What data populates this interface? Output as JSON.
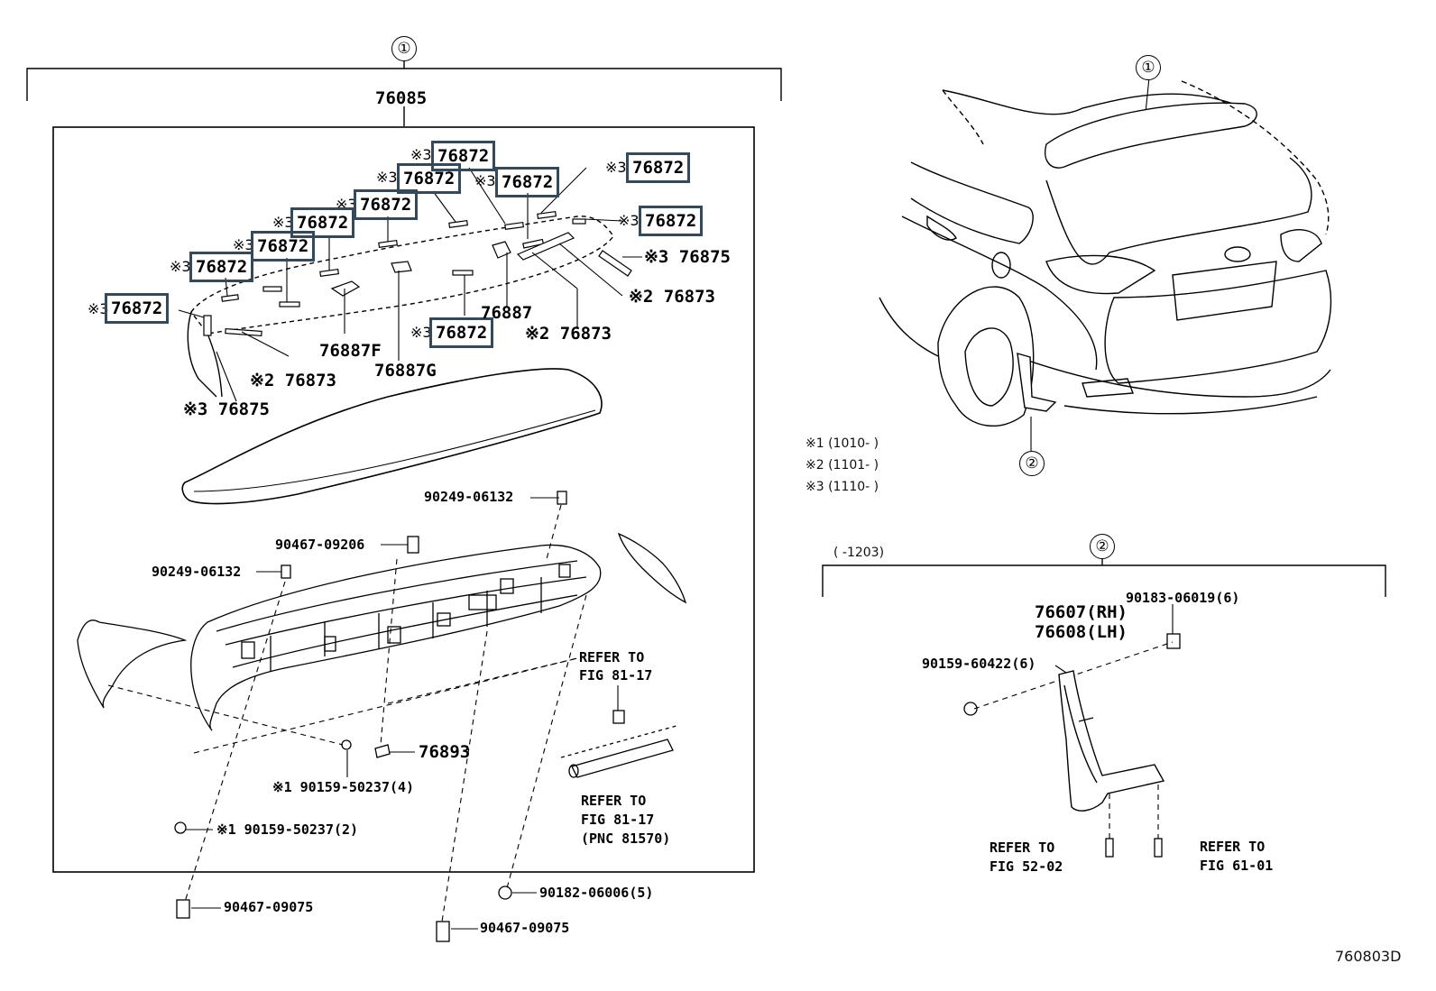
{
  "callouts": {
    "assy": "①",
    "car_spoiler": "①",
    "mudguard": "②",
    "car_mudguard": "②"
  },
  "spoiler_assy": {
    "part": "76085"
  },
  "highlighted": {
    "p1": "76872",
    "p2": "76872",
    "p3": "76872",
    "p4": "76872",
    "p5": "76872",
    "p6": "76872",
    "p7": "76872",
    "p8": "76872",
    "p9": "76872",
    "p10": "76872"
  },
  "marks": {
    "m1": "※3",
    "m2": "※3",
    "m3": "※3",
    "m4": "※3",
    "m5": "※3",
    "m6": "※3",
    "m7": "※3",
    "m8": "※3",
    "m9": "※3",
    "m10": "※3"
  },
  "parts": {
    "p76875_r": "※3 76875",
    "p76873_r": "※2 76873",
    "p76887": "76887",
    "p76873_mid": "※2 76873",
    "p76887F": "76887F",
    "p76873_l": "※2 76873",
    "p76887G": "76887G",
    "p76875_l": "※3 76875",
    "b9024906132_r": "90249-06132",
    "b9046709206": "90467-09206",
    "b9024906132_l": "90249-06132",
    "p76893": "76893",
    "b9015950237_4": "※1 90159-50237(4)",
    "b9015950237_2": "※1 90159-50237(2)",
    "b9046709075_l": "90467-09075",
    "b9046709075_r": "90467-09075",
    "b9018206006": "90182-06006(5)",
    "refer1_a": "REFER TO",
    "refer1_b": "FIG 81-17",
    "refer2_a": "REFER TO",
    "refer2_b": "FIG 81-17",
    "refer2_c": "(PNC 81570)"
  },
  "notes": {
    "n1": "※1 (1010-      )",
    "n2": "※2 (1101-      )",
    "n3": "※3 (1110-      )"
  },
  "mudguard": {
    "range": "(      -1203)",
    "rh": "76607(RH)",
    "lh": "76608(LH)",
    "b9018306019": "90183-06019(6)",
    "b9015960422": "90159-60422(6)",
    "refer3_a": "REFER TO",
    "refer3_b": "FIG 52-02",
    "refer4_a": "REFER TO",
    "refer4_b": "FIG 61-01"
  },
  "figure_id": "760803D"
}
